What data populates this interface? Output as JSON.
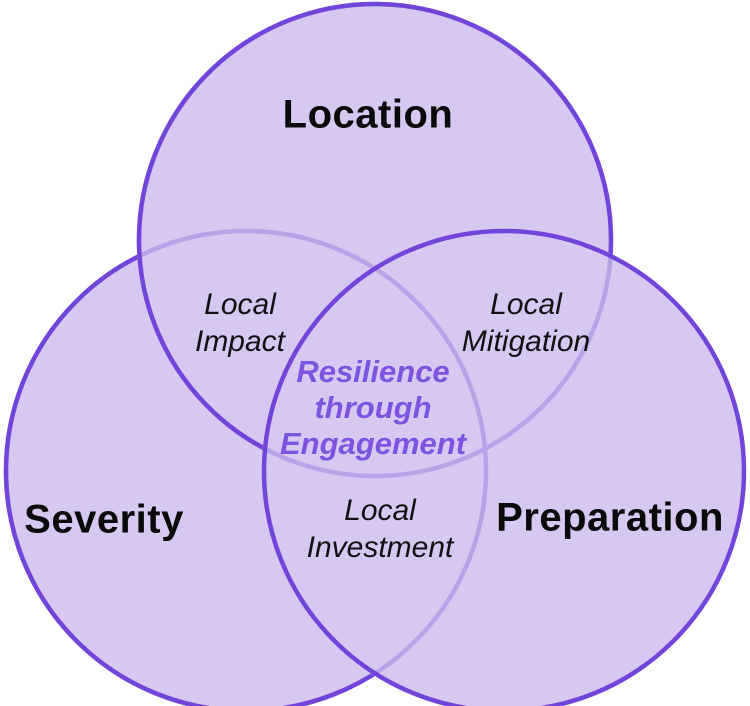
{
  "venn": {
    "sets": [
      {
        "name": "location",
        "label": "Location"
      },
      {
        "name": "severity",
        "label": "Severity"
      },
      {
        "name": "preparation",
        "label": "Preparation"
      }
    ],
    "pairwise": [
      {
        "name": "location-severity",
        "line1": "Local",
        "line2": "Impact"
      },
      {
        "name": "location-preparation",
        "line1": "Local",
        "line2": "Mitigation"
      },
      {
        "name": "severity-preparation",
        "line1": "Local",
        "line2": "Investment"
      }
    ],
    "center": {
      "line1": "Resilience",
      "line2": "through",
      "line3": "Engagement"
    },
    "colors": {
      "circle_fill": "#d6c8f0",
      "circle_stroke": "#7245da",
      "faded_stroke": "#b7a3e8",
      "center_text": "#7c54e0",
      "set_label_text": "#0a0a0a",
      "region_label_text": "#111111"
    }
  }
}
